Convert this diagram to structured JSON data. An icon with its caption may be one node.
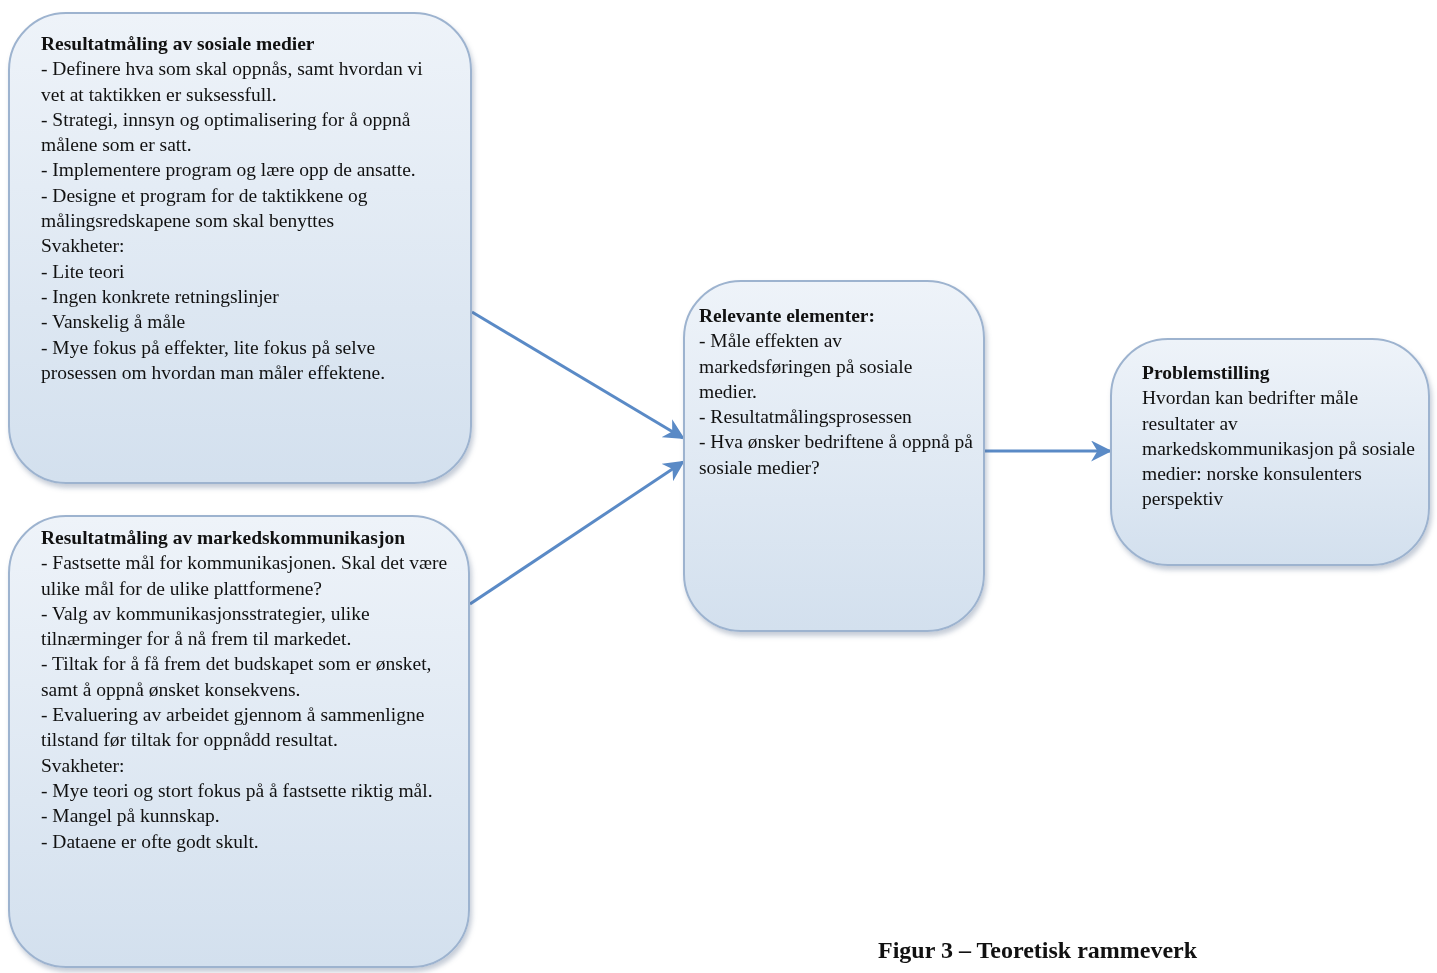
{
  "diagram": {
    "caption": "Figur 3 – Teoretisk rammeverk",
    "nodes": [
      {
        "text": [
          "Resultatmåling av sosiale medier",
          "- Definere hva som skal oppnås, samt hvordan vi vet at taktikken er suksessfull.",
          "- Strategi, innsyn og optimalisering for å oppnå målene som er satt.",
          "- Implementere program og lære opp de ansatte.",
          "- Designe et program for de taktikkene og målingsredskapene som skal benyttes",
          "Svakheter:",
          "- Lite teori",
          "- Ingen konkrete retningslinjer",
          "- Vanskelig å måle",
          "- Mye fokus på effekter, lite fokus på selve prosessen om hvordan man måler effektene."
        ]
      },
      {
        "text": [
          "Resultatmåling av markedskommunikasjon",
          "- Fastsette mål for kommunikasjonen. Skal det være ulike mål for de ulike plattformene?",
          "- Valg av kommunikasjonsstrategier, ulike tilnærminger for å nå frem til markedet.",
          "- Tiltak for å få frem det budskapet som er ønsket, samt å oppnå ønsket konsekvens.",
          "- Evaluering av arbeidet gjennom å sammenligne tilstand før tiltak for oppnådd resultat.",
          "Svakheter:",
          "- Mye teori og stort fokus på å fastsette riktig mål.",
          "- Mangel på kunnskap.",
          "- Dataene er ofte godt skult."
        ]
      },
      {
        "text": [
          "Relevante elementer:",
          "- Måle effekten av markedsføringen på sosiale medier.",
          "- Resultatmålingsprosessen",
          "- Hva ønsker bedriftene å oppnå på sosiale medier?"
        ]
      },
      {
        "text": [
          "Problemstilling",
          "Hvordan kan bedrifter måle resultater av markedskommunikasjon på sosiale medier: norske konsulenters perspektiv"
        ]
      }
    ],
    "edges": [
      {
        "from": 0,
        "to": 2,
        "arrow": "to"
      },
      {
        "from": 1,
        "to": 2,
        "arrow": "to"
      },
      {
        "from": 2,
        "to": 3,
        "arrow": "to"
      }
    ]
  }
}
